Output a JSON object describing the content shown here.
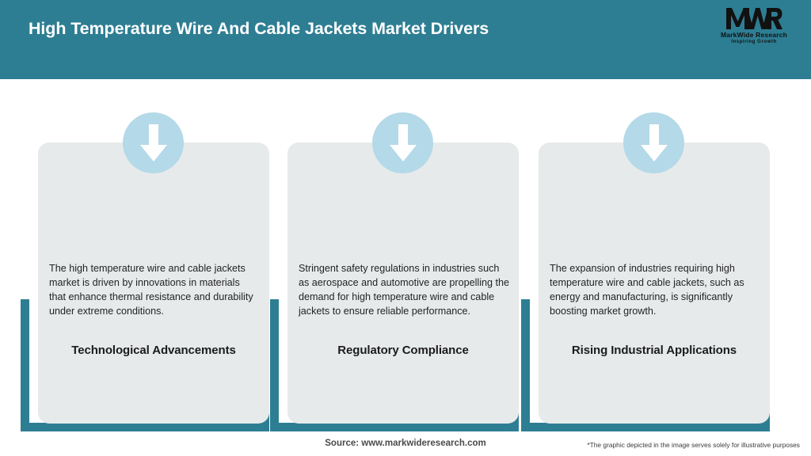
{
  "header": {
    "title": "High Temperature Wire And Cable Jackets Market Drivers",
    "background_color": "#2e7e93",
    "title_color": "#ffffff"
  },
  "logo": {
    "mark": "MWR",
    "name": "MarkWide Research",
    "tagline": "Inspiring Growth"
  },
  "theme": {
    "accent_color": "#2e7e93",
    "card_color": "#e7eaeb",
    "badge_color": "#b4d9e8",
    "arrow_color": "#ffffff"
  },
  "cards": [
    {
      "icon": "arrow-down-icon",
      "title": "Technological Advancements",
      "body": "The high temperature wire and cable jackets market is driven by innovations in materials that enhance thermal resistance and durability under extreme conditions."
    },
    {
      "icon": "arrow-down-icon",
      "title": "Regulatory Compliance",
      "body": "Stringent safety regulations in industries such as aerospace and automotive are propelling the demand for high temperature wire and cable jackets to ensure reliable performance."
    },
    {
      "icon": "arrow-down-icon",
      "title": "Rising Industrial Applications",
      "body": "The expansion of industries requiring high temperature wire and cable jackets, such as energy and manufacturing, is significantly boosting market growth."
    }
  ],
  "footer": {
    "source": "Source: www.markwideresearch.com",
    "disclaimer": "*The graphic depicted in the image serves solely for illustrative purposes"
  }
}
